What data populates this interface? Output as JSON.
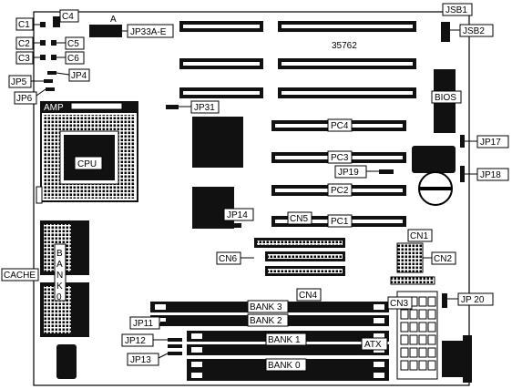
{
  "board": {
    "serial": "35762",
    "labels": {
      "c1": "C1",
      "c4": "C4",
      "c2": "C2",
      "c5": "C5",
      "c3": "C3",
      "c6": "C6",
      "jp33": "JP33A-E",
      "jp33_a": "A",
      "jp4": "JP4",
      "jp5": "JP5",
      "jp6": "JP6",
      "jsb1": "JSB1",
      "jsb2": "JSB2",
      "bios": "BIOS",
      "amp": "AMP",
      "cpu": "CPU",
      "jp31": "JP31",
      "pc4": "PC4",
      "pc3": "PC3",
      "pc2": "PC2",
      "pc1": "PC1",
      "jp17": "JP17",
      "jp18": "JP18",
      "jp19": "JP19",
      "jp14": "JP14",
      "cn5": "CN5",
      "cn6": "CN6",
      "cn4": "CN4",
      "cn1": "CN1",
      "cn2": "CN2",
      "cn3": "CN3",
      "cache": "CACHE",
      "bank0_vert": "BANK0",
      "jp20": "JP 20",
      "bank3": "BANK 3",
      "bank2": "BANK 2",
      "bank1": "BANK 1",
      "bank0": "BANK 0",
      "jp11": "JP11",
      "jp12": "JP12",
      "jp13": "JP13",
      "atx": "ATX"
    }
  }
}
